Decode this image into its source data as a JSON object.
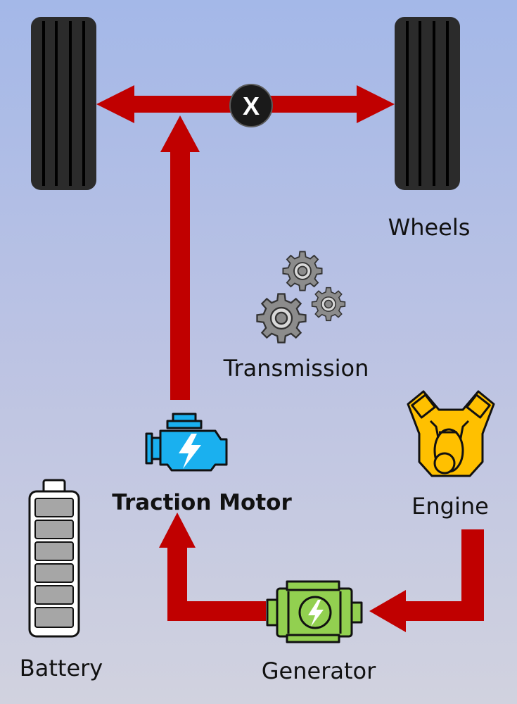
{
  "labels": {
    "wheels": "Wheels",
    "transmission": "Transmission",
    "traction_motor": "Traction Motor",
    "engine": "Engine",
    "battery": "Battery",
    "generator": "Generator"
  },
  "axle_marker": "X",
  "colors": {
    "flow_arrow": "#c00000",
    "tire": "#2b2b2b",
    "gear": "#8c8c8c",
    "motor": "#1ab0ef",
    "engine": "#ffc000",
    "generator": "#92d050",
    "battery_cell": "#a6a6a6"
  },
  "icons": [
    "tire-icon",
    "gear-icon",
    "electric-motor-icon",
    "engine-icon",
    "battery-icon",
    "generator-icon"
  ]
}
